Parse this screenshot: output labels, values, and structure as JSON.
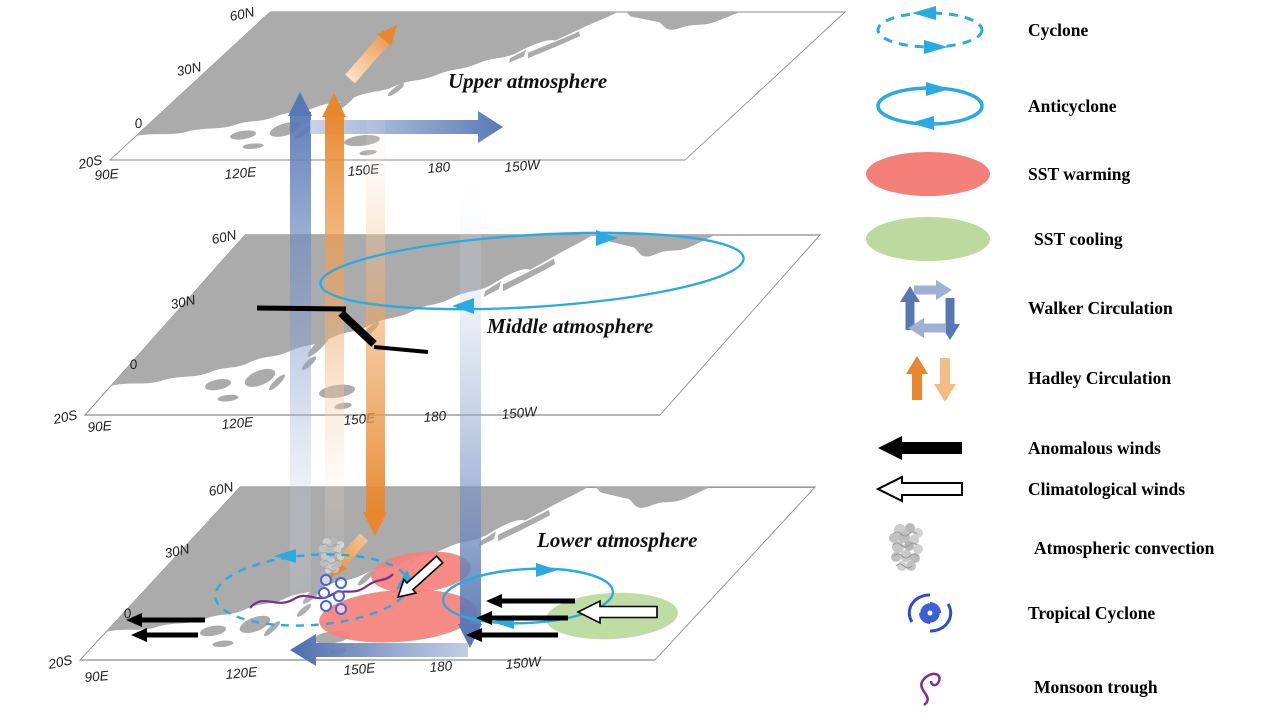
{
  "figure": {
    "planes": [
      {
        "title": "Upper atmosphere",
        "lat": [
          "60N",
          "30N",
          "0",
          "20S"
        ],
        "lon": [
          "90E",
          "120E",
          "150E",
          "180",
          "150W"
        ]
      },
      {
        "title": "Middle atmosphere",
        "lat": [
          "60N",
          "30N",
          "0",
          "20S"
        ],
        "lon": [
          "90E",
          "120E",
          "150E",
          "180",
          "150W"
        ]
      },
      {
        "title": "Lower atmosphere",
        "lat": [
          "60N",
          "30N",
          "0",
          "20S"
        ],
        "lon": [
          "90E",
          "120E",
          "150E",
          "180",
          "150W"
        ]
      }
    ],
    "legend": {
      "items": [
        {
          "label": "Cyclone",
          "symbol": "cyclone-dashed-ellipse-icon"
        },
        {
          "label": "Anticyclone",
          "symbol": "anticyclone-ellipse-icon"
        },
        {
          "label": "SST warming",
          "symbol": "sst-warming-ellipse-icon"
        },
        {
          "label": "SST cooling",
          "symbol": "sst-cooling-ellipse-icon"
        },
        {
          "label": "Walker Circulation",
          "symbol": "walker-circulation-icon"
        },
        {
          "label": "Hadley Circulation",
          "symbol": "hadley-circulation-icon"
        },
        {
          "label": "Anomalous winds",
          "symbol": "anomalous-winds-arrow-icon"
        },
        {
          "label": "Climatological winds",
          "symbol": "climatological-winds-arrow-icon"
        },
        {
          "label": "Atmospheric convection",
          "symbol": "atmospheric-convection-icon"
        },
        {
          "label": "Tropical Cyclone",
          "symbol": "tropical-cyclone-icon"
        },
        {
          "label": "Monsoon trough",
          "symbol": "monsoon-trough-icon"
        }
      ]
    },
    "colors": {
      "cyclone_blue": "#29ABE2",
      "walker_blue": "#5878B5",
      "hadley_orange": "#E8872E",
      "sst_warming": "#F5807A",
      "sst_cooling": "#BCDA9E",
      "land_gray": "#ABABAB",
      "monsoon_purple": "#7B2F8E",
      "tropical_cyclone_blue": "#3D5FD6",
      "anomalous_black": "#000000"
    }
  }
}
